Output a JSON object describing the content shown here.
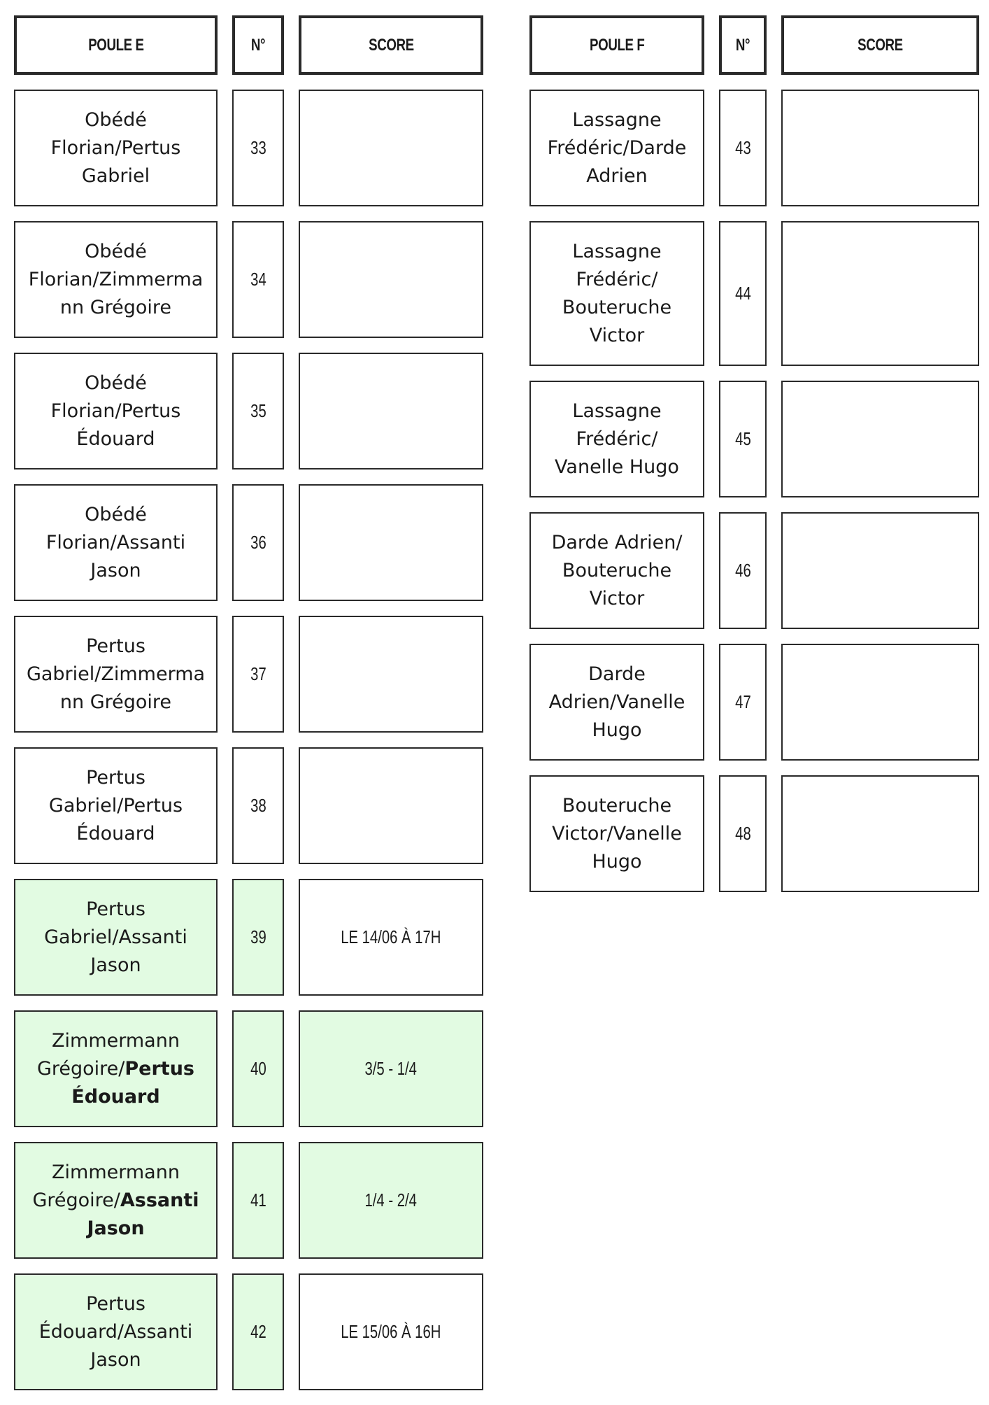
{
  "poule_e": {
    "header": {
      "name": "POULE E",
      "num": "N°",
      "score": "SCORE"
    },
    "matches": [
      {
        "team1": "Obédé Florian/",
        "team2": "Pertus Gabriel",
        "num": "33",
        "score": ""
      },
      {
        "team1": "Obédé Florian/",
        "team2": "Zimmermann Grégoire",
        "num": "34",
        "score": ""
      },
      {
        "team1": "Obédé Florian/",
        "team2": "Pertus Édouard",
        "num": "35",
        "score": ""
      },
      {
        "team1": "Obédé Florian/",
        "team2": "Assanti Jason",
        "num": "36",
        "score": ""
      },
      {
        "team1": "Pertus Gabriel/",
        "team2": "Zimmermann Grégoire",
        "num": "37",
        "score": ""
      },
      {
        "team1": "Pertus Gabriel/",
        "team2": "Pertus Édouard",
        "num": "38",
        "score": ""
      },
      {
        "team1": "Pertus Gabriel/",
        "team2": "Assanti Jason",
        "num": "39",
        "score": "LE 14/06 À 17H"
      },
      {
        "team1": "Zimmermann Grégoire/",
        "team2": "Pertus Édouard",
        "num": "40",
        "score": "3/5 - 1/4"
      },
      {
        "team1": "Zimmermann Grégoire/",
        "team2": "Assanti Jason",
        "num": "41",
        "score": "1/4 - 2/4"
      },
      {
        "team1": "Pertus Édouard/",
        "team2": "Assanti Jason",
        "num": "42",
        "score": "LE 15/06 À 16H"
      }
    ]
  },
  "poule_f": {
    "header": {
      "name": "POULE F",
      "num": "N°",
      "score": "SCORE"
    },
    "matches": [
      {
        "team1": "Lassagne Frédéric/",
        "team2": "Darde Adrien",
        "num": "43",
        "score": ""
      },
      {
        "team1": "Lassagne Frédéric/",
        "team2": "Bouteruche Victor",
        "num": "44",
        "score": ""
      },
      {
        "team1": "Lassagne Frédéric/",
        "team2": "Vanelle Hugo",
        "num": "45",
        "score": ""
      },
      {
        "team1": "Darde Adrien/",
        "team2": "Bouteruche Victor",
        "num": "46",
        "score": ""
      },
      {
        "team1": "Darde Adrien/",
        "team2": "Vanelle Hugo",
        "num": "47",
        "score": ""
      },
      {
        "team1": "Bouteruche Victor/",
        "team2": "Vanelle Hugo",
        "num": "48",
        "score": ""
      }
    ]
  },
  "colors": {
    "played_highlight": "#e2fbe2",
    "border": "#2a2a2a"
  }
}
